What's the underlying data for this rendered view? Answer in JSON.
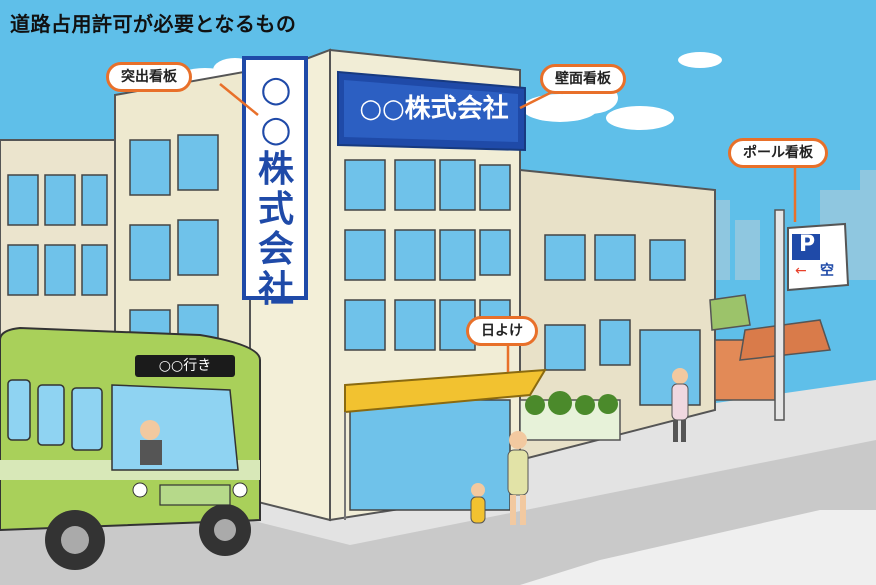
{
  "title": "道路占用許可が必要となるもの",
  "labels": {
    "protruding_sign": "突出看板",
    "wall_sign": "壁面看板",
    "pole_sign": "ポール看板",
    "awning": "日よけ"
  },
  "signs": {
    "vertical_sign_text": "○○株式会社",
    "wall_sign_text": "○○株式会社",
    "bus_destination": "○○行き",
    "parking_letter": "P",
    "parking_vacancy": "空"
  },
  "colors": {
    "sky": "#5fbfe9",
    "callout_border": "#e8702a",
    "sign_blue": "#1f4aa8",
    "bus_green": "#a9d05a",
    "awning_yellow": "#f2c230",
    "road": "#d0d0d0",
    "building": "#f1edd6"
  }
}
